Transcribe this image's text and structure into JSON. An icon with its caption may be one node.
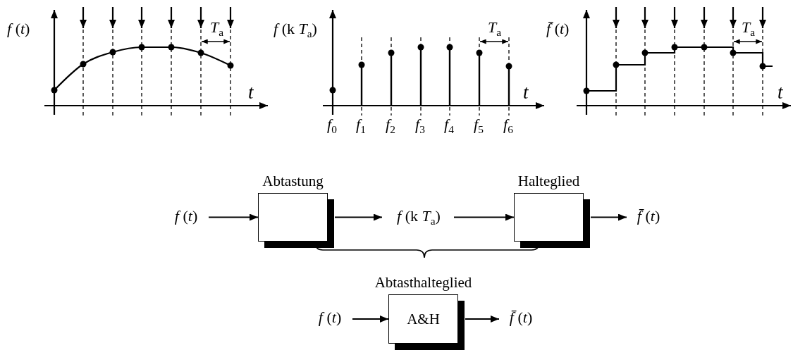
{
  "diagram": {
    "nodes": [
      {
        "text": [
          "*f* (*t*)"
        ]
      },
      {
        "text": [
          "Abtastung"
        ]
      },
      {
        "text": [
          "*f* (k *T*$_{a}$)"
        ]
      },
      {
        "text": [
          "Halteglied"
        ]
      },
      {
        "text": [
          "*f̄* (*t*)"
        ]
      },
      {
        "text": [
          "*f* (*t*)"
        ]
      },
      {
        "text": [
          "Abtasthalteglied",
          "A&H"
        ]
      },
      {
        "text": [
          "*f̄* (*t*)"
        ]
      }
    ],
    "edges": [
      {
        "from": 0,
        "to": 1,
        "arrow": "to"
      },
      {
        "from": 1,
        "to": 2,
        "arrow": "to"
      },
      {
        "from": 2,
        "to": 3,
        "arrow": "to"
      },
      {
        "from": 3,
        "to": 4,
        "arrow": "to"
      },
      {
        "from": 5,
        "to": 6,
        "arrow": "to"
      },
      {
        "from": 6,
        "to": 7,
        "arrow": "to"
      }
    ],
    "labels": [
      "*f* (*t*)",
      "*T*$_{a}$",
      "t",
      "*f* (k *T*$_{a}$)",
      "*T*$_{a}$",
      "t",
      "*f*$_{0}$",
      "*f*$_{1}$",
      "*f*$_{2}$",
      "*f*$_{3}$",
      "*f*$_{4}$",
      "*f*$_{5}$",
      "*f*$_{6}$",
      "*f̄* (*t*)",
      "*T*$_{a}$",
      "t"
    ]
  }
}
